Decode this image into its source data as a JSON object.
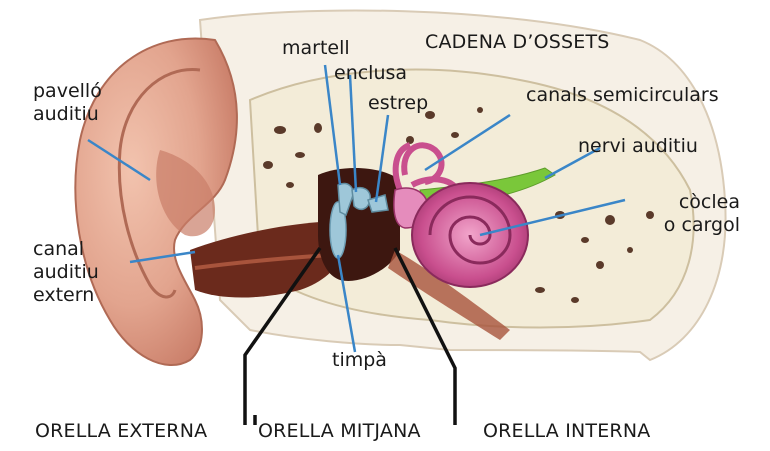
{
  "labels": {
    "martell": "martell",
    "cadena": "CADENA D’OSSETS",
    "enclusa": "enclusa",
    "estrep": "estrep",
    "pavello_1": "pavelló",
    "pavello_2": "auditiu",
    "canals": "canals semicirculars",
    "nervi": "nervi auditiu",
    "coclea_1": "còclea",
    "coclea_2": "o cargol",
    "canal_1": "canal",
    "canal_2": "auditiu",
    "canal_3": "extern",
    "timpa": "timpà",
    "orella_externa": "ORELLA EXTERNA",
    "orella_mitjana": "ORELLA MITJANA",
    "orella_interna": "ORELLA INTERNA"
  },
  "colors": {
    "outer_ear_skin": "#e2a48e",
    "outer_ear_shadow": "#c97d68",
    "ear_canal": "#6b2a1c",
    "bone": "#f3ecd8",
    "bone_spots": "#5a3a2a",
    "cochlea": "#c94f8e",
    "cochlea_light": "#e58cbc",
    "nerve": "#7ac73a",
    "ossicles": "#9ec7d9",
    "pointer_line": "#3a86c8",
    "black_line": "#111111"
  }
}
